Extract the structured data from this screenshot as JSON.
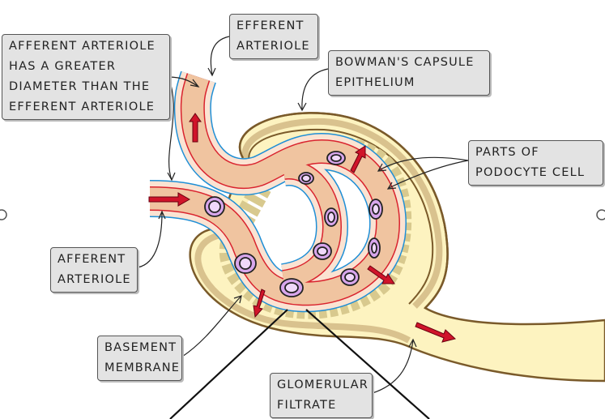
{
  "labels": {
    "afferent_note": [
      "AFFERENT ARTERIOLE",
      "HAS A GREATER",
      "DIAMETER THAN THE",
      "EFFERENT ARTERIOLE"
    ],
    "efferent": [
      "EFFERENT",
      "ARTERIOLE"
    ],
    "bowmans": [
      "BOWMAN'S CAPSULE",
      "EPITHELIUM"
    ],
    "podocyte": [
      "PARTS OF",
      "PODOCYTE CELL"
    ],
    "afferent": [
      "AFFERENT",
      "ARTERIOLE"
    ],
    "basement": [
      "BASEMENT",
      "MEMBRANE"
    ],
    "filtrate": [
      "GLOMERULAR",
      "FILTRATE"
    ]
  },
  "colors": {
    "capsule_fill": "#fdf3c0",
    "capsule_wall": "#d9c28e",
    "vessel_lumen": "#f0c4a0",
    "vessel_wall": "#fbe3d2",
    "endothelium": "#d9232e",
    "basement_membrane": "#1f8fd6",
    "blood_cell": "#d8a6ec",
    "flow_arrow": "#d0142a",
    "label_box": "#e3e3e3"
  }
}
